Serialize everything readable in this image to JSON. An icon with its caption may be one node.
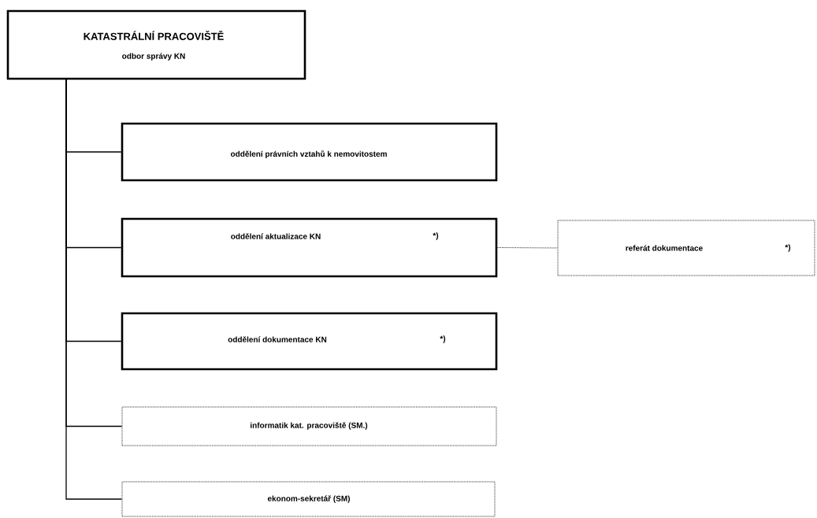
{
  "diagram": {
    "nodes": [
      {
        "text": [
          "KATASTRÁLNÍ PRACOVIŠTĚ",
          "odbor správy KN"
        ]
      },
      {
        "text": [
          "oddělení právních vztahů k nemovitostem"
        ]
      },
      {
        "text": [
          "oddělení aktualizace KN",
          "*)"
        ]
      },
      {
        "text": [
          "referát dokumentace",
          "*)"
        ]
      },
      {
        "text": [
          "oddělení dokumentace KN",
          "*)"
        ]
      },
      {
        "text": [
          "informatik kat. pracoviště (SM.)"
        ]
      },
      {
        "text": [
          "ekonom-sekretář (SM)"
        ]
      }
    ],
    "edges": [
      {
        "from": 0,
        "to": 1,
        "arrow": "none"
      },
      {
        "from": 0,
        "to": 2,
        "arrow": "none"
      },
      {
        "from": 2,
        "to": 3,
        "arrow": "none",
        "style": "dashed"
      },
      {
        "from": 0,
        "to": 4,
        "arrow": "none"
      },
      {
        "from": 0,
        "to": 5,
        "arrow": "none"
      },
      {
        "from": 0,
        "to": 6,
        "arrow": "none"
      }
    ]
  }
}
